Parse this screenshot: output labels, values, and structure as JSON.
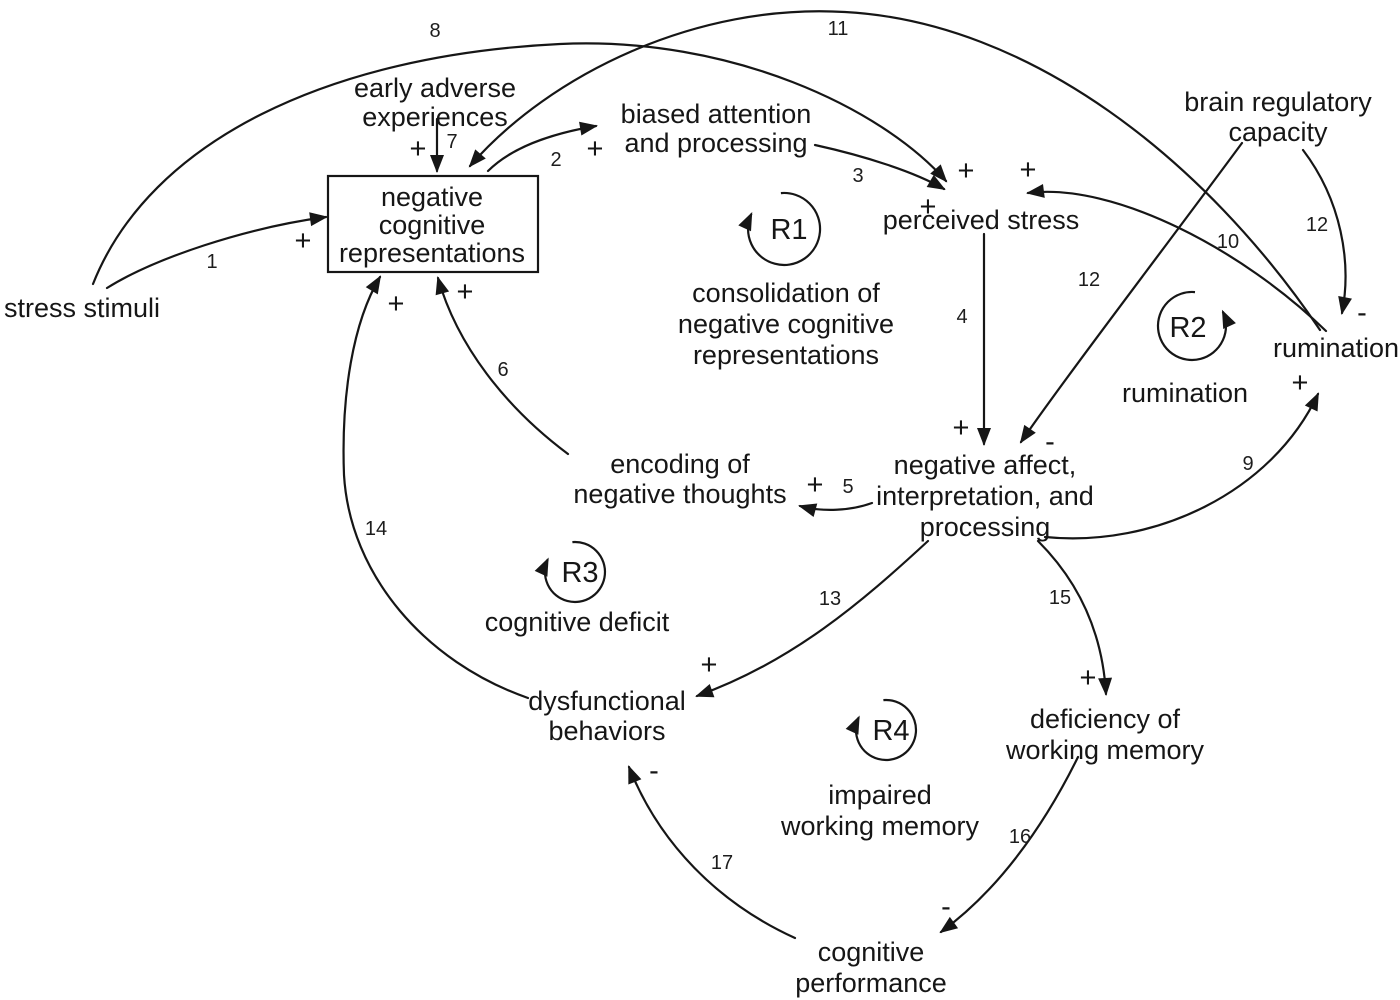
{
  "canvas": {
    "background": "#ffffff",
    "ink": "#161616"
  },
  "nodes": {
    "stress_stimuli": {
      "lines": [
        "stress stimuli"
      ]
    },
    "early_adverse_experiences": {
      "lines": [
        "early adverse",
        "experiences"
      ]
    },
    "negative_cognitive_representations": {
      "lines": [
        "negative",
        "cognitive",
        "representations"
      ],
      "boxed": true
    },
    "biased_attention_and_processing": {
      "lines": [
        "biased attention",
        "and processing"
      ]
    },
    "perceived_stress": {
      "lines": [
        "perceived stress"
      ]
    },
    "brain_regulatory_capacity": {
      "lines": [
        "brain regulatory",
        "capacity"
      ]
    },
    "rumination": {
      "lines": [
        "rumination"
      ]
    },
    "encoding_of_negative_thoughts": {
      "lines": [
        "encoding of",
        "negative thoughts"
      ]
    },
    "negative_affect_interpretation_processing": {
      "lines": [
        "negative affect,",
        "interpretation, and",
        "processing"
      ]
    },
    "dysfunctional_behaviors": {
      "lines": [
        "dysfunctional",
        "behaviors"
      ]
    },
    "deficiency_of_working_memory": {
      "lines": [
        "deficiency of",
        "working memory"
      ]
    },
    "cognitive_performance": {
      "lines": [
        "cognitive",
        "performance"
      ]
    }
  },
  "loops": [
    {
      "id": "R1",
      "caption_lines": [
        "consolidation of",
        "negative cognitive",
        "representations"
      ]
    },
    {
      "id": "R2",
      "caption_lines": [
        "rumination"
      ]
    },
    {
      "id": "R3",
      "caption_lines": [
        "cognitive deficit"
      ]
    },
    {
      "id": "R4",
      "caption_lines": [
        "impaired",
        "working memory"
      ]
    }
  ],
  "links": [
    {
      "num": "1",
      "sign": "+",
      "from": "stress stimuli",
      "to": "negative cognitive representations"
    },
    {
      "num": "2",
      "sign": "+",
      "from": "negative cognitive representations",
      "to": "biased attention and processing"
    },
    {
      "num": "3",
      "sign": "+",
      "from": "biased attention and processing",
      "to": "perceived stress"
    },
    {
      "num": "4",
      "sign": "+",
      "from": "perceived stress",
      "to": "negative affect, interpretation, and processing"
    },
    {
      "num": "5",
      "sign": "+",
      "from": "negative affect, interpretation, and processing",
      "to": "encoding of negative thoughts"
    },
    {
      "num": "6",
      "sign": "+",
      "from": "encoding of negative thoughts",
      "to": "negative cognitive representations"
    },
    {
      "num": "7",
      "sign": "+",
      "from": "early adverse experiences",
      "to": "negative cognitive representations"
    },
    {
      "num": "8",
      "sign": "+",
      "from": "stress stimuli",
      "to": "perceived stress"
    },
    {
      "num": "9",
      "sign": "+",
      "from": "negative affect, interpretation, and processing",
      "to": "rumination"
    },
    {
      "num": "10",
      "sign": "+",
      "from": "rumination",
      "to": "perceived stress"
    },
    {
      "num": "11",
      "sign": "",
      "from": "rumination",
      "to": "negative cognitive representations"
    },
    {
      "num": "12",
      "sign": "-",
      "from": "brain regulatory capacity",
      "to": "rumination"
    },
    {
      "num": "12",
      "sign": "-",
      "from": "brain regulatory capacity",
      "to": "negative affect, interpretation, and processing"
    },
    {
      "num": "13",
      "sign": "+",
      "from": "negative affect, interpretation, and processing",
      "to": "dysfunctional behaviors"
    },
    {
      "num": "14",
      "sign": "+",
      "from": "dysfunctional behaviors",
      "to": "negative cognitive representations"
    },
    {
      "num": "15",
      "sign": "+",
      "from": "negative affect, interpretation, and processing",
      "to": "deficiency of working memory"
    },
    {
      "num": "16",
      "sign": "-",
      "from": "deficiency of working memory",
      "to": "cognitive performance"
    },
    {
      "num": "17",
      "sign": "-",
      "from": "cognitive performance",
      "to": "dysfunctional behaviors"
    }
  ]
}
